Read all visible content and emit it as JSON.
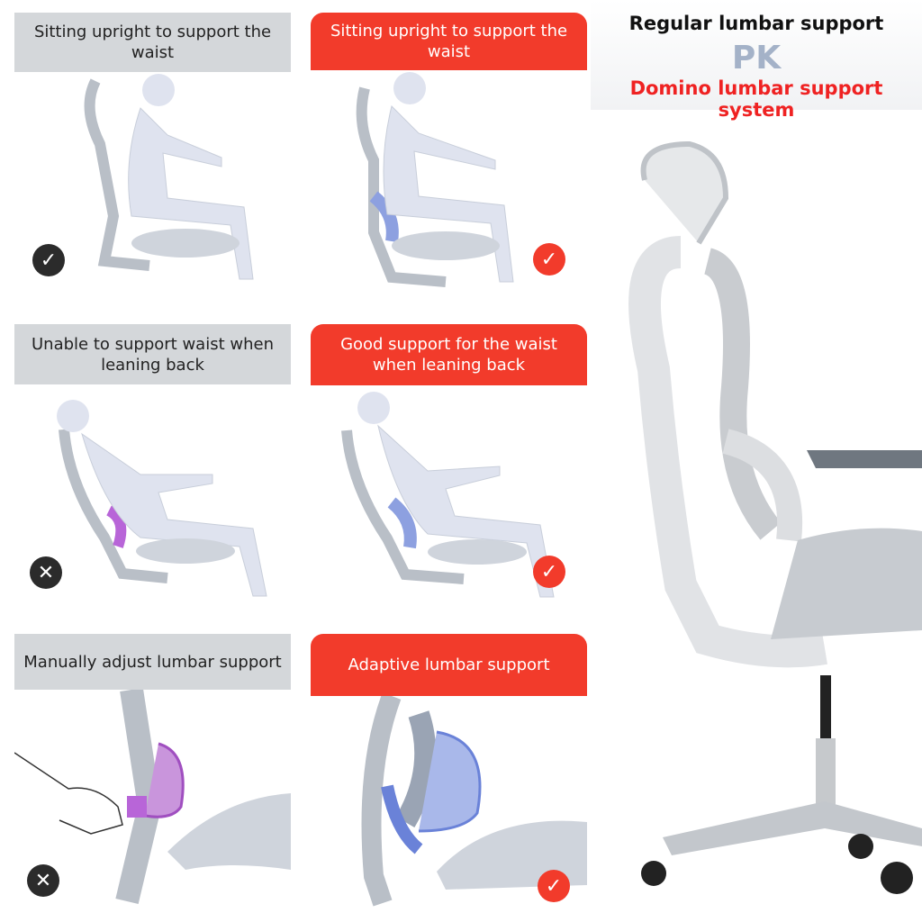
{
  "comparison": {
    "regular_label": "Regular lumbar support",
    "vs_label": "PK",
    "domino_label": "Domino lumbar support system",
    "colors": {
      "accent_red": "#f23b2b",
      "grey_header": "#d4d7da",
      "pk_color": "#a4b2c8"
    }
  },
  "panels": [
    {
      "title": "Sitting upright to support the waist",
      "style": "grey",
      "status": "check",
      "status_icon": "check-icon"
    },
    {
      "title": "Sitting upright to support the waist",
      "style": "red",
      "status": "check",
      "status_icon": "check-icon"
    },
    {
      "title": "Unable to support waist when leaning back",
      "style": "grey",
      "status": "cross",
      "status_icon": "cross-icon"
    },
    {
      "title": "Good support for the waist when leaning back",
      "style": "red",
      "status": "check",
      "status_icon": "check-icon"
    },
    {
      "title": "Manually adjust lumbar support",
      "style": "grey",
      "status": "cross",
      "status_icon": "cross-icon"
    },
    {
      "title": "Adaptive lumbar support",
      "style": "red",
      "status": "check",
      "status_icon": "check-icon"
    }
  ]
}
